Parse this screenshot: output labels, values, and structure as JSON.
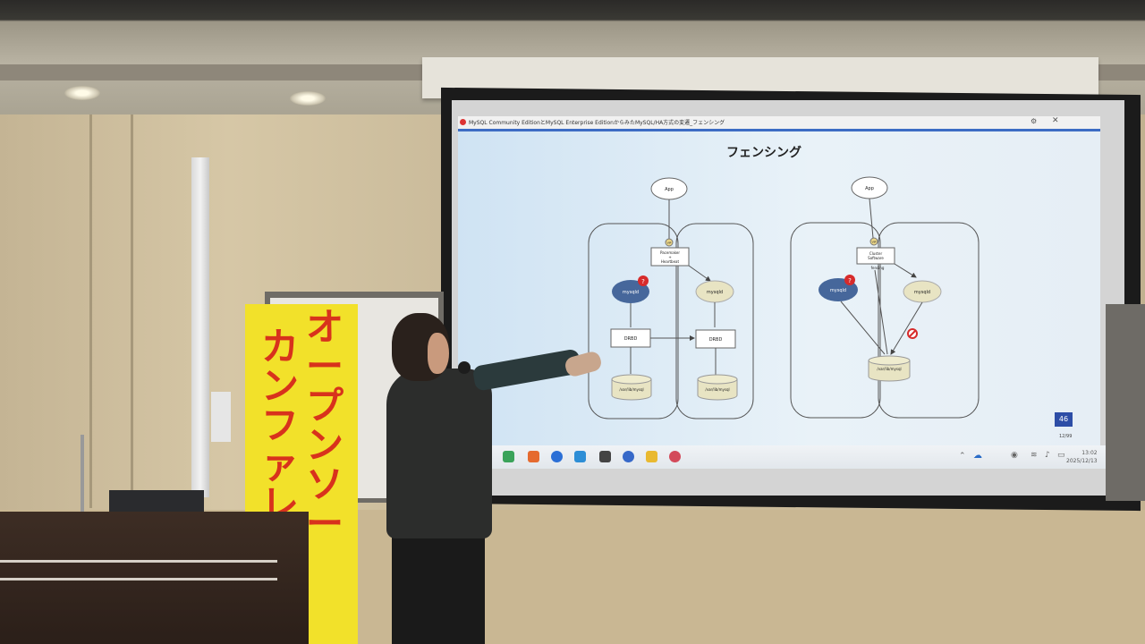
{
  "slide": {
    "window_title": "MySQL Community EditionとMySQL Enterprise EditionからみたMySQL/HA方式の変遷_フェンシング",
    "title": "フェンシング",
    "page_number": "46",
    "page_fraction": "12/99",
    "left_diagram": {
      "app": "App",
      "vip": "VIP",
      "manager": [
        "Pacemaker",
        "+",
        "Heartbeat"
      ],
      "db_primary": "mysqld",
      "db_secondary": "mysqld",
      "drbd_left": "DRBD",
      "drbd_right": "DRBD",
      "storage_left": "/var/lib/mysql",
      "storage_right": "/var/lib/mysql",
      "badge": "?"
    },
    "right_diagram": {
      "app": "App",
      "vip": "VIP",
      "manager": [
        "Cluster",
        "Software"
      ],
      "manager_note": "fencing",
      "db_primary": "mysqld",
      "db_secondary": "mysqld",
      "storage": "/var/lib/mysql",
      "badge": "?"
    }
  },
  "taskbar": {
    "time": "13:02",
    "date": "2025/12/13"
  },
  "banner": {
    "text": "オープンソースカンファレンス"
  },
  "colors": {
    "slide_accent": "#3d6cc4",
    "db_active": "#46679b",
    "db_standby": "#e8e4c3",
    "badge": "#d72b2b",
    "banner_bg": "#f2e12a",
    "banner_text": "#d8321c"
  }
}
